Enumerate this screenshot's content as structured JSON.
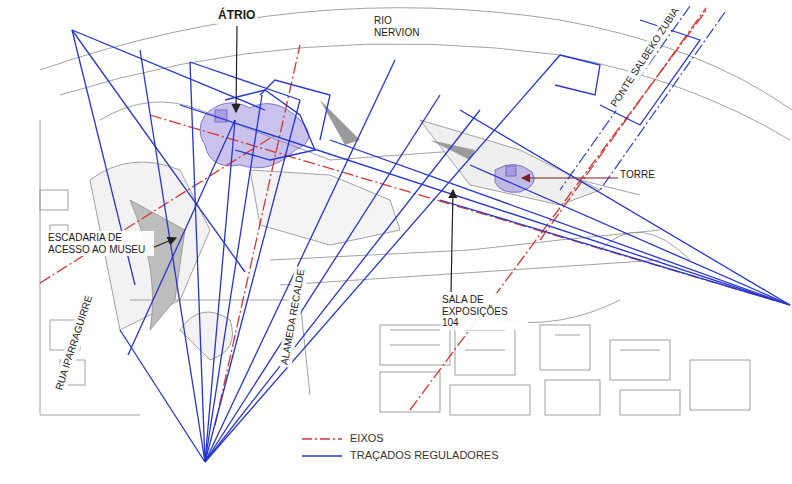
{
  "diagram": {
    "labels": [
      "ÁTRIO",
      "RIO NERVION",
      "PONTE SALBEKO ZUBIA",
      "TORRE",
      "ESCADARIA DE ACESSO AO MUSEU",
      "SALA DE EXPOSIÇÕES 104",
      "RUA IPARRAGUIRRE",
      "ALAMEDA RECALDE"
    ],
    "legend": [
      {
        "text": "EIXOS"
      },
      {
        "text": "TRAÇADOS REGULADORES"
      }
    ]
  }
}
